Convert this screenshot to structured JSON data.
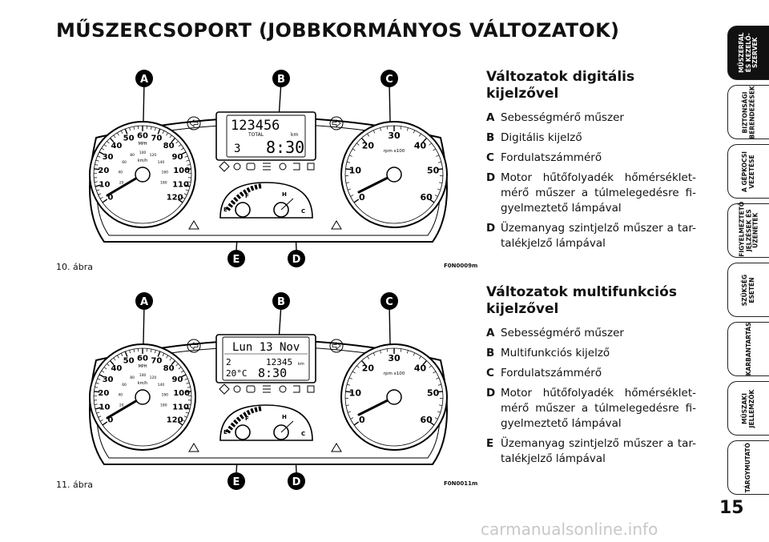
{
  "page": {
    "title": "MŰSZERCSOPORT (JOBBKORMÁNYOS VÁLTOZATOK)",
    "page_number": "15",
    "watermark": "carmanualsonline.info"
  },
  "tabs": [
    {
      "label": "MŰSZERFAL\nÉS KEZELŐ-\nSZERVEK",
      "active": true
    },
    {
      "label": "BIZTONSÁGI\nBERENDEZÉSEK",
      "active": false
    },
    {
      "label": "A GÉPKOCSI\nVEZETÉSE",
      "active": false
    },
    {
      "label": "FIGYELMEZTETŐ\nJELZÉSEK ÉS\nÜZENETEK",
      "active": false
    },
    {
      "label": "SZÜKSÉG\nESETÉN",
      "active": false
    },
    {
      "label": "KARBANTARTÁS",
      "active": false
    },
    {
      "label": "MŰSZAKI\nJELLEMZŐK",
      "active": false
    },
    {
      "label": "TÁRGYMUTATÓ",
      "active": false
    }
  ],
  "figures": [
    {
      "caption": "10. ábra",
      "code": "F0N0009m",
      "callouts": [
        "A",
        "B",
        "C",
        "D",
        "E"
      ],
      "display": {
        "line1": "123456",
        "line1b": "TOTAL",
        "line1c": "km",
        "line2a": "3",
        "line2b": "8:30"
      },
      "speed_labels": [
        "0",
        "10",
        "20",
        "30",
        "40",
        "50",
        "60",
        "70",
        "80",
        "90",
        "100",
        "110",
        "120"
      ],
      "speed_inner": [
        "20",
        "40",
        "60",
        "80",
        "100",
        "120",
        "140",
        "160",
        "180"
      ],
      "speed_units": {
        "mph": "MPH",
        "kmh": "km/h"
      },
      "rev_labels": [
        "0",
        "10",
        "20",
        "30",
        "40",
        "50",
        "60"
      ],
      "rev_unit": "rpm x100",
      "temp_labels": {
        "cold": "C",
        "hot": "H"
      },
      "fuel_labels": {
        "empty": "E",
        "full": "F"
      }
    },
    {
      "caption": "11. ábra",
      "code": "F0N0011m",
      "callouts": [
        "A",
        "B",
        "C",
        "D",
        "E"
      ],
      "display": {
        "line1": "Lun 13 Nov",
        "line2a": "2",
        "line2b": "12345",
        "line2c": "km",
        "line3a": "20°C",
        "line3b": "8:30"
      },
      "speed_labels": [
        "0",
        "10",
        "20",
        "30",
        "40",
        "50",
        "60",
        "70",
        "80",
        "90",
        "100",
        "110",
        "120"
      ],
      "speed_inner": [
        "20",
        "40",
        "60",
        "80",
        "100",
        "120",
        "140",
        "160",
        "180"
      ],
      "speed_units": {
        "mph": "MPH",
        "kmh": "km/h"
      },
      "rev_labels": [
        "0",
        "10",
        "20",
        "30",
        "40",
        "50",
        "60"
      ],
      "rev_unit": "rpm x100",
      "temp_labels": {
        "cold": "C",
        "hot": "H"
      },
      "fuel_labels": {
        "empty": "E",
        "full": "F"
      }
    }
  ],
  "legend1": {
    "heading": "Változatok digitális kijelzővel",
    "items": [
      {
        "key": "A",
        "text": "Sebességmérő műszer"
      },
      {
        "key": "B",
        "text": "Digitális kijelző"
      },
      {
        "key": "C",
        "text": "Fordulatszámmérő"
      },
      {
        "key": "D",
        "text": "Motor hűtőfolyadék hőmérséklet-mérő műszer a túlmelegedésre fi-gyelmeztető lámpával"
      },
      {
        "key": "D",
        "text": "Üzemanyag szintjelző műszer a tar-talékjelző lámpával"
      }
    ]
  },
  "legend2": {
    "heading": "Változatok multifunkciós kijelzővel",
    "items": [
      {
        "key": "A",
        "text": "Sebességmérő műszer"
      },
      {
        "key": "B",
        "text": "Multifunkciós kijelző"
      },
      {
        "key": "C",
        "text": "Fordulatszámmérő"
      },
      {
        "key": "D",
        "text": "Motor hűtőfolyadék hőmérséklet-mérő műszer a túlmelegedésre fi-gyelmeztető lámpával"
      },
      {
        "key": "E",
        "text": "Üzemanyag szintjelző műszer a tar-talékjelző lámpával"
      }
    ]
  }
}
